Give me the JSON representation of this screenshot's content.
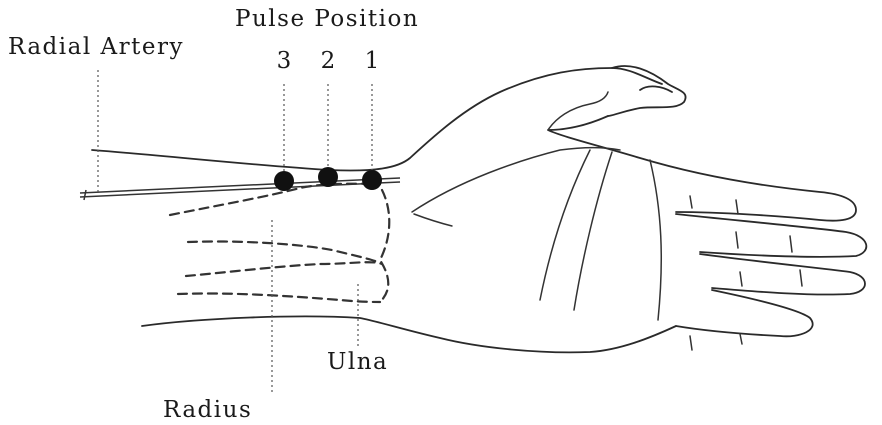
{
  "labels": {
    "pulse_position": "Pulse Position",
    "radial_artery": "Radial Artery",
    "ulna": "Ulna",
    "radius": "Radius"
  },
  "pulse_positions": [
    "3",
    "2",
    "1"
  ]
}
